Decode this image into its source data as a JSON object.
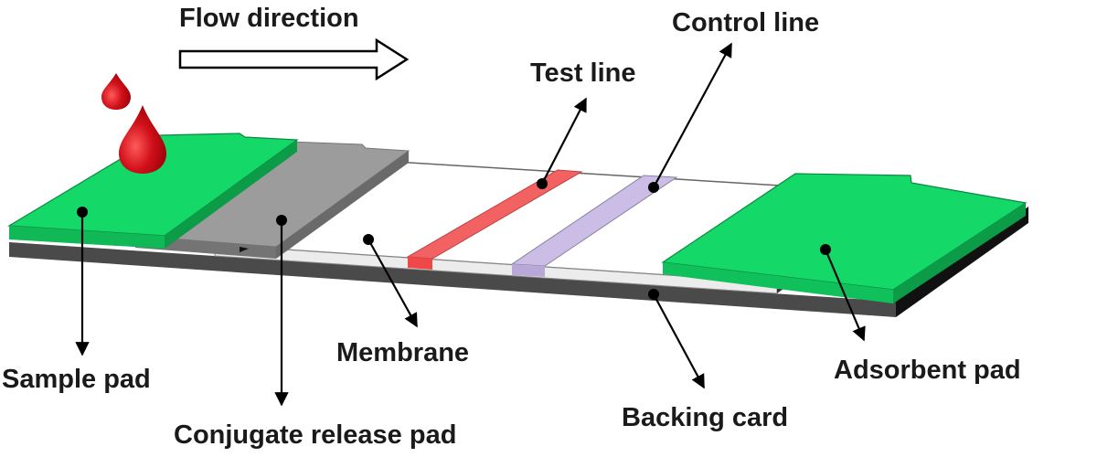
{
  "labels": {
    "flow_direction": "Flow direction",
    "control_line": "Control line",
    "test_line": "Test line",
    "sample_pad": "Sample pad",
    "conjugate_release_pad": "Conjugate release pad",
    "membrane": "Membrane",
    "backing_card": "Backing card",
    "adsorbent_pad": "Adsorbent pad"
  },
  "colors": {
    "pad_green": "#14d868",
    "conjugate_gray": "#9c9c9c",
    "test_line": "#f26262",
    "control_line": "#cbbde6",
    "blood_drop": "#d0101a",
    "backing": "#4a4a4a"
  }
}
